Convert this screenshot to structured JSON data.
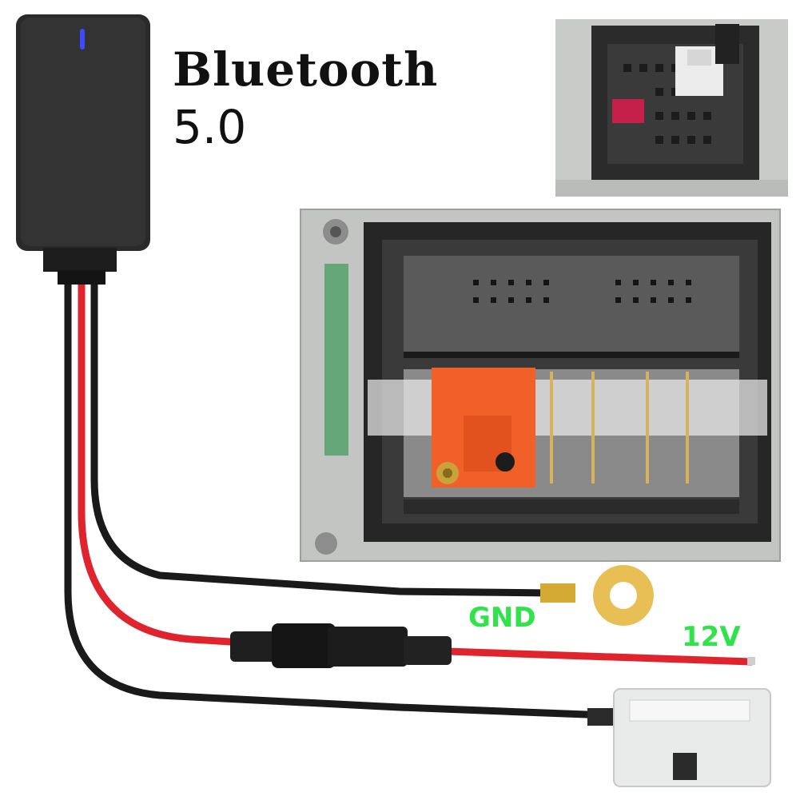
{
  "title": {
    "line1": "Bluetooth",
    "line2": "5.0"
  },
  "labels": {
    "gnd": "GND",
    "v12": "12V"
  },
  "colors": {
    "label_green": "#31e34a",
    "wire_red": "#e0242e",
    "wire_black": "#1a1a1a",
    "led_blue": "#3b4bff",
    "connector_orange": "#f2602a"
  }
}
